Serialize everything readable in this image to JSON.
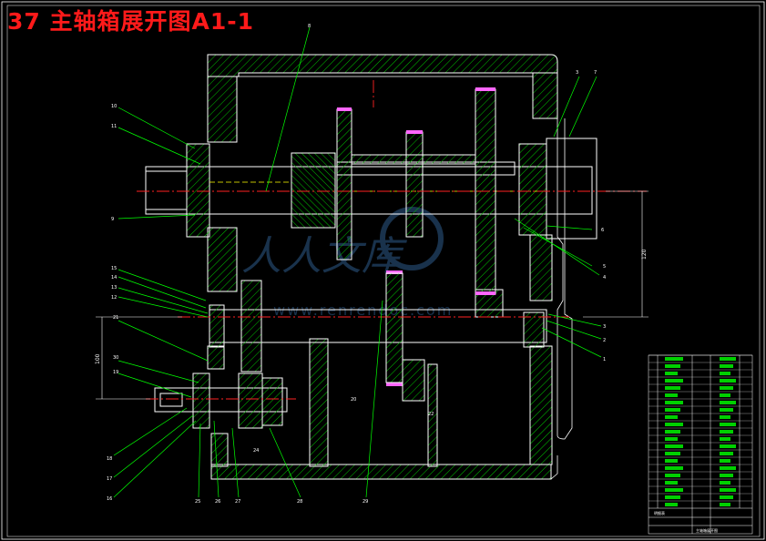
{
  "title": "37  主轴箱展开图A1-1",
  "watermark": {
    "brand": "人人文库",
    "url": "www.renrendoc.com"
  },
  "colors": {
    "background": "#000000",
    "outline": "#ffffff",
    "hatch": "#00ff00",
    "centerline": "#ff2222",
    "title": "#ff1a1a",
    "leader": "#00ff00",
    "gear": "#ff66ff",
    "shaft_dash": "#ffff00"
  },
  "dimensions": {
    "vertical_right": "120",
    "vertical_left": "100"
  },
  "callouts": {
    "top": [
      "8"
    ],
    "right": [
      "3",
      "7",
      "6",
      "5",
      "4",
      "3",
      "2",
      "1"
    ],
    "left": [
      "10",
      "11",
      "9",
      "15",
      "14",
      "13",
      "12",
      "21",
      "30",
      "19",
      "18",
      "17",
      "16"
    ],
    "bottom": [
      "25",
      "26",
      "27",
      "28",
      "29",
      "24",
      "20",
      "22"
    ]
  },
  "title_block": {
    "table_title": "明细表",
    "drawing_name": "主轴箱展开图"
  }
}
